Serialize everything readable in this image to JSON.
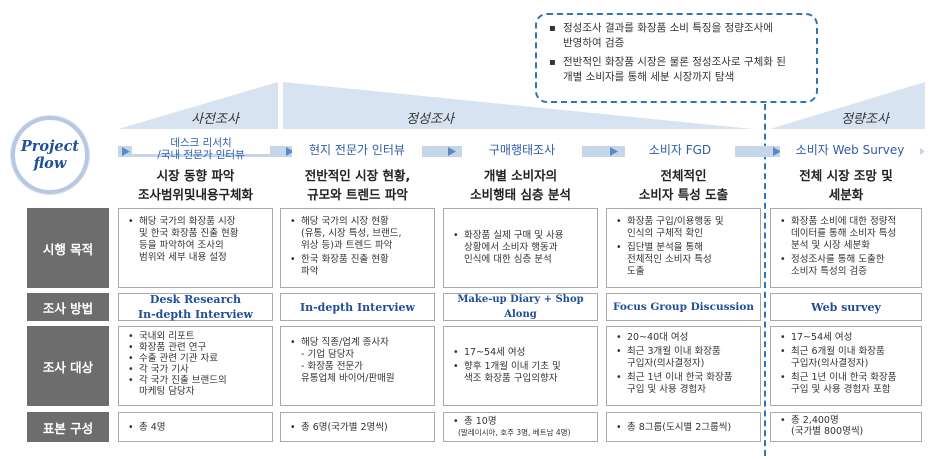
{
  "flow_label_line1": "Project",
  "flow_label_line2": "flow",
  "callout_items": [
    "정성조사 결과를 화장품 소비 특징을 정량조사에\n반영하여 검증",
    "전반적인 화장품 시장은 물론 정성조사로 구체화 된\n개별 소비자를 통해 세분 시장까지 탐색"
  ],
  "phases": [
    "사전조사",
    "정성조사",
    "정량조사"
  ],
  "row_labels": [
    "시행 목적",
    "조사 방법",
    "조사 대상",
    "표본 구성"
  ],
  "columns": [
    {
      "tag": "데스크 리서치\n/국내 전문가 인터뷰",
      "heading": "시장 동향 파악\n조사범위및내용구체화",
      "purpose": [
        "해당 국가의 화장품 시장\n및 한국 화장품 진출 현황\n등을 파악하여 조사의\n범위와 세부 내용 설정"
      ],
      "method": "Desk Research\nIn-depth Interview",
      "targets": [
        "국내외 리포트",
        "화장품 관련 연구",
        "수출 관련 기관 자료",
        "각 국가 기사",
        "각 국가 진출 브랜드의\n마케팅 담당자"
      ],
      "sample": [
        "총 4명"
      ],
      "sample_note": ""
    },
    {
      "tag": "현지 전문가 인터뷰",
      "heading": "전반적인 시장 현황,\n규모와 트렌드 파악",
      "purpose": [
        "해당 국가의 시장 현황\n(유통, 시장 특성, 브랜드,\n위상 등)과 트렌드 파악",
        "한국 화장품 진출 현황\n파악"
      ],
      "method": "In-depth Interview",
      "targets": [
        "해당 직종/업계 종사자\n - 기업 담당자\n - 화장품 전문가\n   유통업체 바이어/판매원"
      ],
      "sample": [
        "총 6명(국가별 2명씩)"
      ],
      "sample_note": ""
    },
    {
      "tag": "구매행태조사",
      "heading": "개별 소비자의\n소비행태 심층 분석",
      "purpose": [
        "화장품 실제 구매 및 사용\n상황에서 소비자 행동과\n인식에 대한 심층 분석"
      ],
      "method": "Make-up Diary + Shop Along",
      "targets": [
        "17~54세 여성",
        "향후 1개월 이내 기초 및\n색조 화장품 구입의향자"
      ],
      "sample": [
        "총 10명"
      ],
      "sample_note": "(말레이시아, 호주 3명, 베트남 4명)"
    },
    {
      "tag": "소비자 FGD",
      "heading": "전체적인\n소비자 특성 도출",
      "purpose": [
        "화장품 구입/이용행동 및\n인식의 구체적 확인",
        "집단별 분석을 통해\n전체적인 소비자 특성\n도출"
      ],
      "method": "Focus Group Discussion",
      "targets": [
        "20~40대 여성",
        "최근 3개월 이내 화장품\n구입자(의사결정자)",
        "최근 1년 이내 한국 화장품\n구입 및 사용 경험자"
      ],
      "sample": [
        "총 8그룹(도시별 2그룹씩)"
      ],
      "sample_note": ""
    },
    {
      "tag": "소비자 Web Survey",
      "heading": "전체 시장 조망 및\n세분화",
      "purpose": [
        "화장품 소비에 대한 정량적\n데이터를 통해 소비자 특성\n분석 및 시장 세분화",
        "정성조사를 통해 도출한\n소비자 특성의 검증"
      ],
      "method": "Web survey",
      "targets": [
        "17~54세 여성",
        "최근 6개월 이내 화장품\n구입자(의사결정자)",
        "최근 1년 이내 한국 화장품\n구입 및 사용 경험자 포함"
      ],
      "sample": [
        "총 2,400명\n(국가별 800명씩)"
      ],
      "sample_note": ""
    }
  ],
  "colors": {
    "accent_blue": "#2e75b6",
    "arrow_light": "#c5d6ea",
    "arrow_dark": "#5b8ac6",
    "label_gray": "#6d6d6d",
    "method_text": "#1f4e9a"
  }
}
